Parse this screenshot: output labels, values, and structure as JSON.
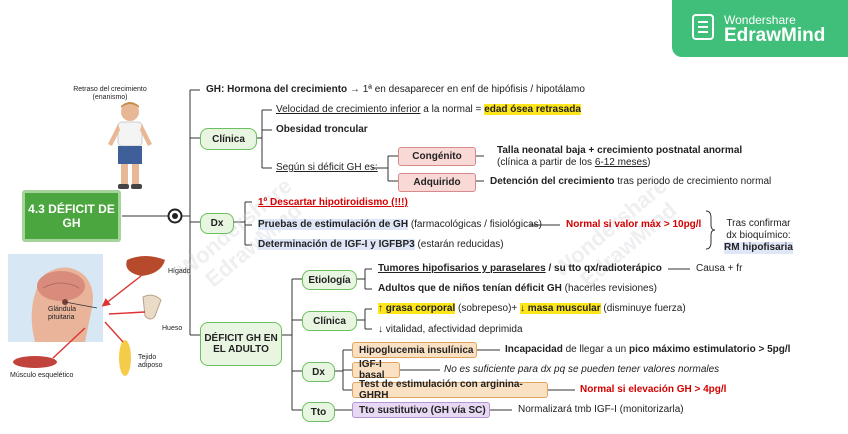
{
  "brand": {
    "line1": "Wondershare",
    "line2": "EdrawMind"
  },
  "watermarks": [
    "Wondershare",
    "EdrawMind",
    "Wondershare",
    "EdrawMind"
  ],
  "central": {
    "label": "4.3 DÉFICIT DE GH"
  },
  "images": {
    "child_caption": "Retraso del crecimiento (enanismo)",
    "higado": "Hígado",
    "hueso": "Hueso",
    "glandula": "Glándula pituitaria",
    "tejido": "Tejido adiposo",
    "musculo": "Músculo esquelético"
  },
  "top": {
    "gh_title": "GH: Hormona del crecimiento",
    "gh_rest": "→ 1ª en desaparecer en enf de hipófisis / hipotálamo",
    "clinica": {
      "label": "Clínica",
      "l1_a": "Velocidad de crecimiento inferior",
      "l1_b": " a la normal = ",
      "l1_c": "edad ósea retrasada",
      "l2": "Obesidad troncular",
      "l3": "Según si déficit GH es:",
      "congenito": "Congénito",
      "congenito_text_a": "Talla neonatal baja + crecimiento postnatal anormal",
      "congenito_text_b": "(clínica a partir de los ",
      "congenito_text_c": "6-12 meses",
      "congenito_text_d": ")",
      "adquirido": "Adquirido",
      "adquirido_text_a": "Detención del crecimiento",
      "adquirido_text_b": " tras periodo de crecimiento normal"
    },
    "dx": {
      "label": "Dx",
      "l1": "1º Descartar hipotiroidismo (!!!)",
      "l2_a": "Pruebas de estimulación de GH",
      "l2_b": " (farmacológicas / fisiológicas)",
      "l2_result": "Normal si valor máx > 10pg/l",
      "l3_a": "Determinación de IGF-I y  IGFBP3",
      "l3_b": " (estarán reducidas)",
      "confirm_a": "Tras confirmar",
      "confirm_b": "dx bioquímico:",
      "confirm_c": "RM hipofisaria"
    }
  },
  "adult": {
    "label": "DÉFICIT GH EN EL ADULTO",
    "etiologia": {
      "label": "Etiología",
      "l1_a": "Tumores hipofisarios y paraselares",
      "l1_b": " / su tto qx/radioterápico",
      "l1_c": "Causa + fr",
      "l2_a": "Adultos que de niños tenían déficit GH",
      "l2_b": " (hacerles revisiones)"
    },
    "clinica": {
      "label": "Clínica",
      "l1_a": "↑ grasa corporal",
      "l1_b": " (sobrepeso)+ ",
      "l1_c": "↓ masa muscular",
      "l1_d": " (disminuye fuerza)",
      "l2": "↓ vitalidad, afectividad deprimida"
    },
    "dx": {
      "label": "Dx",
      "b1": "Hipoglucemia insulínica",
      "b1_text_a": "Incapacidad",
      "b1_text_b": " de llegar a un ",
      "b1_text_c": "pico máximo estimulatorio > 5pg/l",
      "b2": "IGF-I basal",
      "b2_text": "No es suficiente para dx pq se pueden tener valores normales",
      "b3": "Test de estimulación con arginina-GHRH",
      "b3_text": "Normal si elevación GH > 4pg/l"
    },
    "tto": {
      "label": "Tto",
      "b1": "Tto sustitutivo (GH vía SC)",
      "b1_text": "Normalizará tmb IGF-I (monitorizarla)"
    }
  }
}
